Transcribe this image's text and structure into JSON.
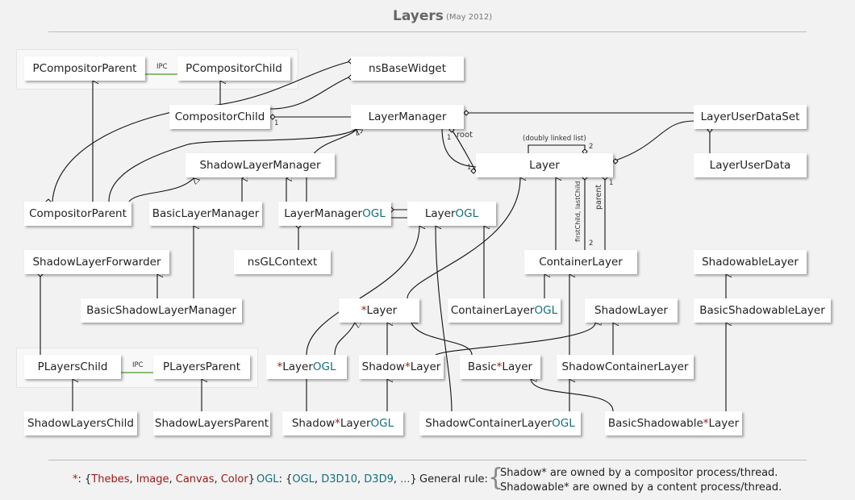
{
  "title": "Layers",
  "subtitle": "(May 2012)",
  "labels": {
    "ipc1": "IPC",
    "ipc2": "IPC",
    "doubly_linked": "(doubly linked list)",
    "root": "root",
    "first_last": "firstChild, lastChild",
    "parent": "parent",
    "mult_1a": "1",
    "mult_1b": "1",
    "mult_1c": "1",
    "mult_1d": "1",
    "mult_2a": "2",
    "mult_2b": "2"
  },
  "nodes": {
    "pcompositor_parent": "PCompositorParent",
    "pcompositor_child": "PCompositorChild",
    "nsbasewidget": "nsBaseWidget",
    "compositor_child": "CompositorChild",
    "layer_manager": "LayerManager",
    "layer_user_data_set": "LayerUserDataSet",
    "shadow_layer_manager": "ShadowLayerManager",
    "layer": "Layer",
    "layer_user_data": "LayerUserData",
    "compositor_parent": "CompositorParent",
    "basic_layer_manager": "BasicLayerManager",
    "layer_manager_ogl": [
      "LayerManager",
      "OGL"
    ],
    "layer_ogl": [
      "Layer",
      "OGL"
    ],
    "nsglcontext": "nsGLContext",
    "shadow_layer_forwarder": "ShadowLayerForwarder",
    "container_layer": "ContainerLayer",
    "shadowable_layer": "ShadowableLayer",
    "basic_shadow_layer_manager": "BasicShadowLayerManager",
    "star_layer": [
      "*",
      "Layer"
    ],
    "container_layer_ogl": [
      "ContainerLayer",
      "OGL"
    ],
    "shadow_layer": "ShadowLayer",
    "basic_shadowable_layer": "BasicShadowableLayer",
    "players_child": "PLayersChild",
    "players_parent": "PLayersParent",
    "star_layer_ogl": [
      "*",
      "Layer",
      "OGL"
    ],
    "shadow_star_layer": [
      "Shadow",
      "*",
      "Layer"
    ],
    "basic_star_layer": [
      "Basic",
      "*",
      "Layer"
    ],
    "shadow_container_layer": "ShadowContainerLayer",
    "shadow_layers_child": "ShadowLayersChild",
    "shadow_layers_parent": "ShadowLayersParent",
    "shadow_star_layer_ogl": [
      "Shadow",
      "*",
      "Layer",
      "OGL"
    ],
    "shadow_container_layer_ogl": [
      "ShadowContainerLayer",
      "OGL"
    ],
    "basic_shadowable_star_layer": [
      "BasicShadowable",
      "*",
      "Layer"
    ]
  },
  "legend": {
    "star_key": "*",
    "star_sep": ": {",
    "star_items": [
      "Thebes",
      "Image",
      "Canvas",
      "Color"
    ],
    "ogl_key": "OGL",
    "ogl_sep": ": {",
    "ogl_items": [
      "OGL",
      "D3D10",
      "D3D9",
      "..."
    ],
    "close": "}",
    "comma": ", ",
    "general_rule_label": "General rule:",
    "rule_1": "Shadow* are owned by a compositor process/thread.",
    "rule_2": "Shadowable* are owned by a content process/thread."
  },
  "colors": {
    "star_red": "#a01818",
    "ogl_teal": "#12707d",
    "line": "#111111",
    "ipc_line": "#4a9a2a",
    "box_bg": "#ffffff",
    "page_bg": "#f2f2f2"
  }
}
